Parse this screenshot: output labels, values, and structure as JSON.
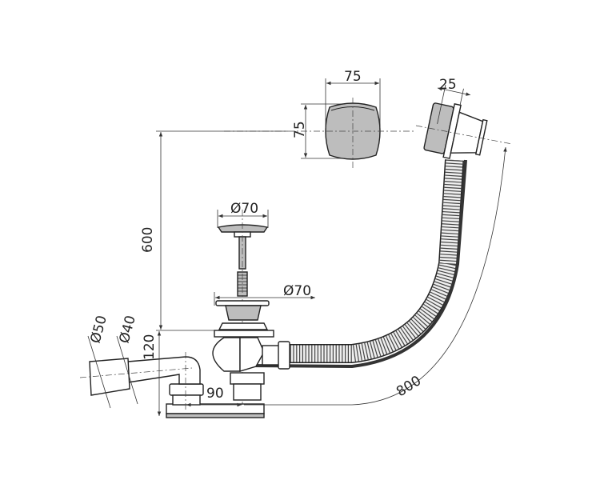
{
  "drawing": {
    "dimensions": {
      "cap_width": "75",
      "cap_height": "75",
      "overflow_depth": "25",
      "overflow_height": "600",
      "plug_diameter": "Ø70",
      "strainer_diameter": "Ø70",
      "outlet_outer_diameter": "Ø50",
      "outlet_inner_diameter": "Ø40",
      "trap_height": "120",
      "trap_offset": "90",
      "hose_length": "800"
    },
    "colors": {
      "line": "#222222",
      "fill": "#bdbdbd"
    }
  }
}
